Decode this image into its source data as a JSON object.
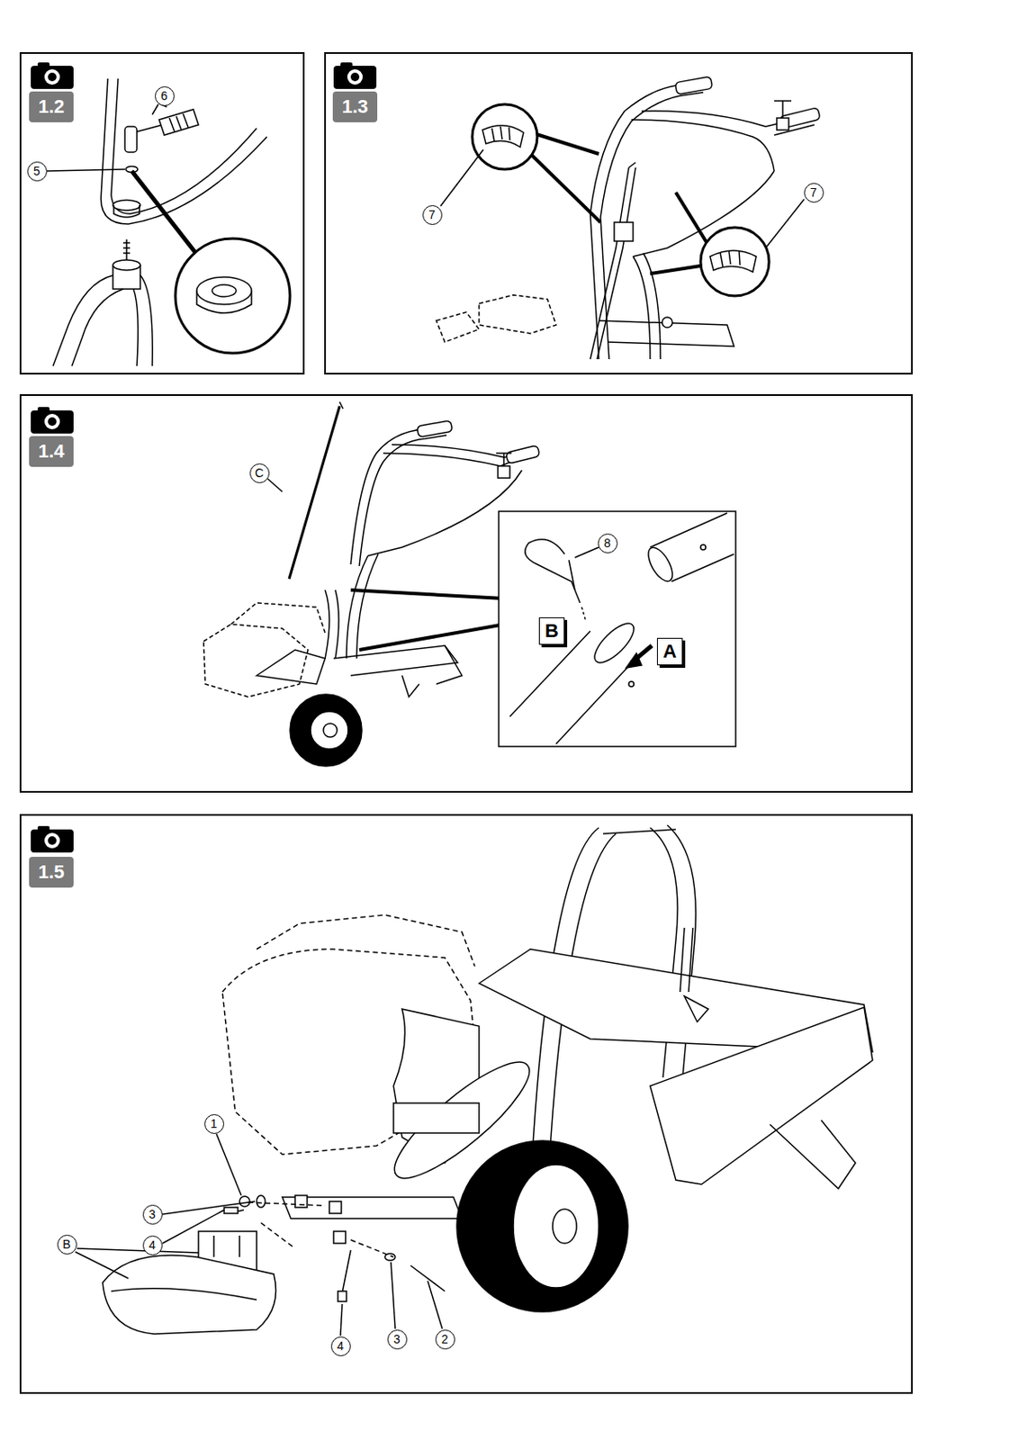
{
  "diagram": {
    "nodes": [
      {
        "text": [
          "1.2"
        ]
      },
      {
        "text": [
          "6"
        ]
      },
      {
        "text": [
          "5"
        ]
      },
      {
        "text": [
          "1.3"
        ]
      },
      {
        "text": [
          "7"
        ]
      },
      {
        "text": [
          "7"
        ]
      },
      {
        "text": [
          "1.4"
        ]
      },
      {
        "text": [
          "C"
        ]
      },
      {
        "text": [
          "8"
        ]
      },
      {
        "text": [
          "B"
        ]
      },
      {
        "text": [
          "A"
        ]
      },
      {
        "text": [
          "1.5"
        ]
      },
      {
        "text": [
          "1"
        ]
      },
      {
        "text": [
          "3"
        ]
      },
      {
        "text": [
          "4"
        ]
      },
      {
        "text": [
          "B"
        ]
      },
      {
        "text": [
          "4"
        ]
      },
      {
        "text": [
          "3"
        ]
      },
      {
        "text": [
          "2"
        ]
      }
    ]
  }
}
